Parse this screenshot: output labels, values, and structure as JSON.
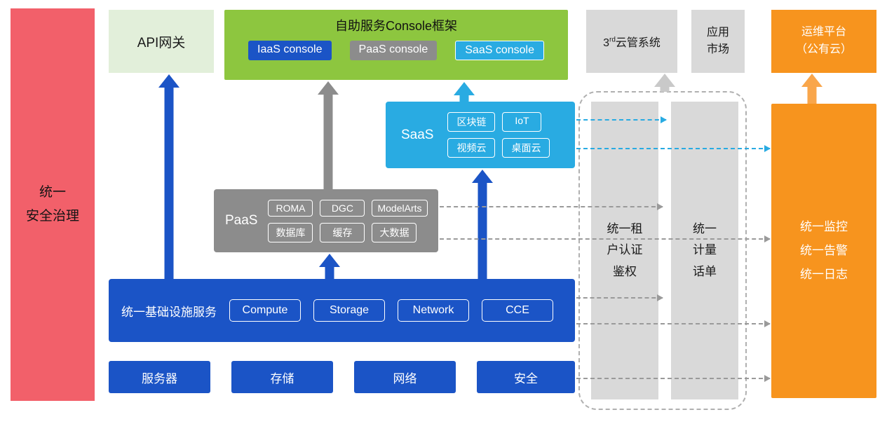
{
  "colors": {
    "blue": "#1B54C6",
    "cyan": "#29ABE2",
    "gray": "#8C8C8C",
    "light_gray": "#D9D9D9",
    "green": "#8DC63F",
    "light_green": "#E2EFDA",
    "red": "#F2606A",
    "orange": "#F7941E",
    "orange_arrow": "#F9A64B",
    "light_gray_arrow": "#C9C9C9"
  },
  "left_bar": {
    "label": "统一\n安全治理"
  },
  "api_gateway": {
    "label": "API网关"
  },
  "console_framework": {
    "title": "自助服务Console框架",
    "iaas": "IaaS console",
    "paas": "PaaS console",
    "saas": "SaaS console"
  },
  "third_party": {
    "base": "3",
    "sup": "rd",
    "rest": "云管系统"
  },
  "app_market": {
    "label": "应用\n市场"
  },
  "om_platform": {
    "label": "运维平台\n（公有云）"
  },
  "saas": {
    "label": "SaaS",
    "chips": [
      "区块链",
      "IoT",
      "视频云",
      "桌面云"
    ]
  },
  "paas": {
    "label": "PaaS",
    "chips": [
      "ROMA",
      "DGC",
      "ModelArts",
      "数据库",
      "缓存",
      "大数据"
    ]
  },
  "infra": {
    "label": "统一基础设施服务",
    "chips": [
      "Compute",
      "Storage",
      "Network",
      "CCE"
    ]
  },
  "bottom_row": {
    "items": [
      "服务器",
      "存储",
      "网络",
      "安全"
    ]
  },
  "auth_bar": {
    "label": "统一租\n户认证\n鉴权"
  },
  "metering_bar": {
    "label": "统一\n计量\n话单"
  },
  "monitor_bar": {
    "label": "统一监控\n统一告警\n统一日志"
  }
}
